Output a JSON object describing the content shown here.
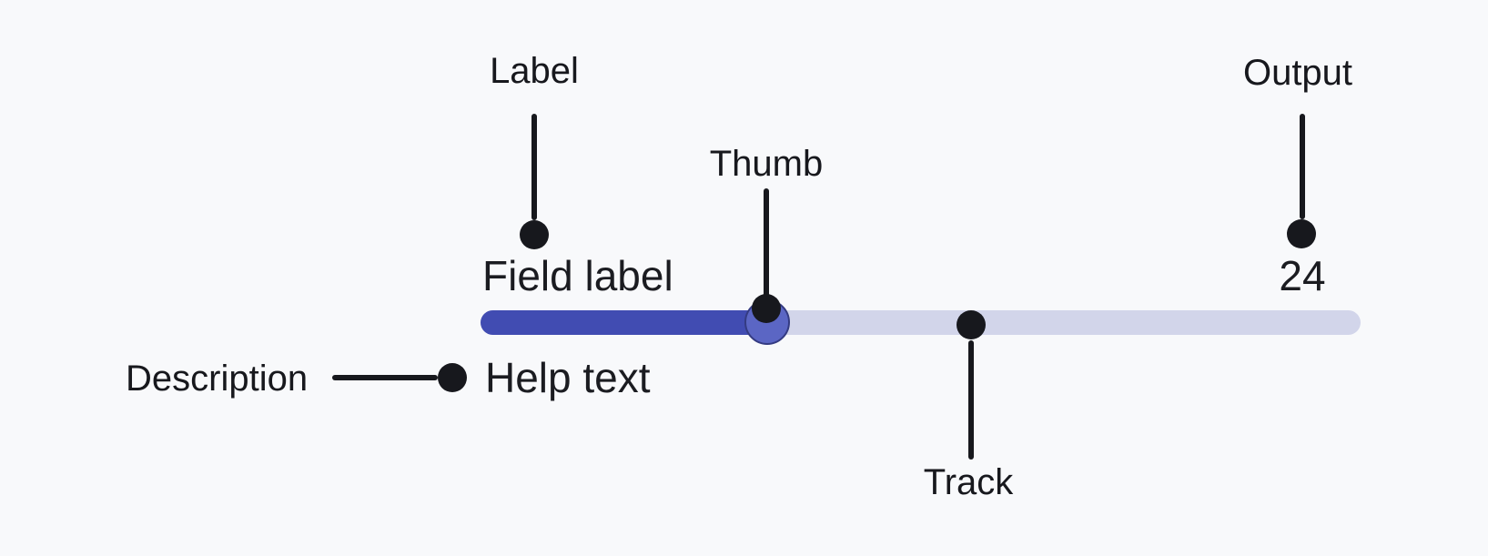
{
  "canvas": {
    "background": "#f8f9fb"
  },
  "component": {
    "type": "slider-anatomy",
    "field_label": "Field label",
    "help_text": "Help text",
    "output_value": "24",
    "value_fraction": 0.326,
    "colors": {
      "track_filled": "#414cb2",
      "track_empty": "#d2d5ea",
      "thumb_fill": "#5b66c4",
      "thumb_border": "#343b82"
    }
  },
  "annotations": {
    "color": "#17181d",
    "label": {
      "text": "Label"
    },
    "thumb": {
      "text": "Thumb"
    },
    "output": {
      "text": "Output"
    },
    "description": {
      "text": "Description"
    },
    "track": {
      "text": "Track"
    }
  }
}
